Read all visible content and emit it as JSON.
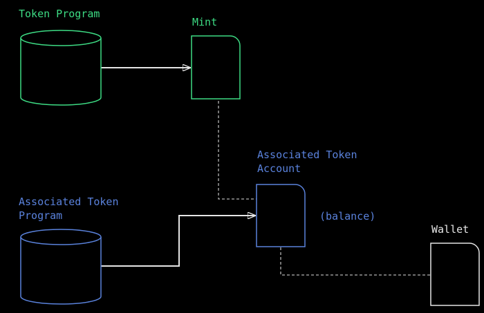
{
  "colors": {
    "green": "#3ddc84",
    "blue": "#5a82dc",
    "white": "#e6e6e6",
    "gray": "#b4b4b4",
    "background": "#000000"
  },
  "nodes": {
    "token_program": {
      "label": "Token Program",
      "shape": "cylinder",
      "color": "green"
    },
    "mint": {
      "label": "Mint",
      "shape": "document",
      "color": "green"
    },
    "associated_token_account": {
      "label_line1": "Associated Token",
      "label_line2": "Account",
      "shape": "document",
      "color": "blue"
    },
    "balance": {
      "label": "(balance)",
      "color": "blue"
    },
    "associated_token_program": {
      "label_line1": "Associated Token",
      "label_line2": "Program",
      "shape": "cylinder",
      "color": "blue"
    },
    "wallet": {
      "label": "Wallet",
      "shape": "document",
      "color": "white"
    }
  },
  "edges": [
    {
      "from": "token_program",
      "to": "mint",
      "style": "solid-arrow"
    },
    {
      "from": "mint",
      "to": "associated_token_account",
      "style": "dashed"
    },
    {
      "from": "associated_token_program",
      "to": "associated_token_account",
      "style": "solid-arrow"
    },
    {
      "from": "associated_token_account",
      "to": "wallet",
      "style": "dashed"
    }
  ]
}
